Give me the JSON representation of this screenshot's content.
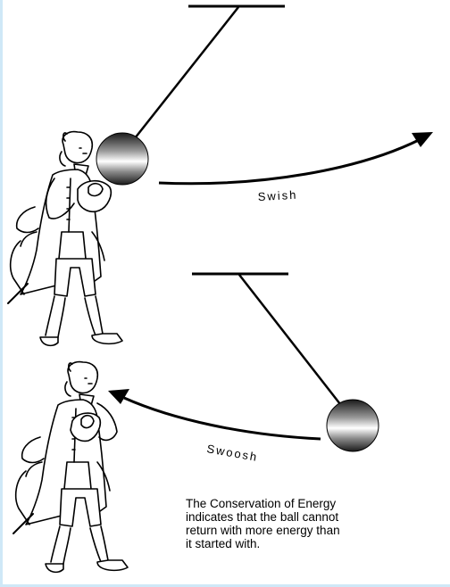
{
  "labels": {
    "swing_out": "Swish",
    "swing_back": "Swoosh"
  },
  "caption": {
    "lines": [
      "The Conservation of Energy",
      "indicates that the ball cannot",
      "return with more energy than",
      "it started with."
    ]
  },
  "colors": {
    "ink": "#000000",
    "frame": "#cfe8f7",
    "ball_light": "#ffffff",
    "ball_dark": "#222222"
  }
}
